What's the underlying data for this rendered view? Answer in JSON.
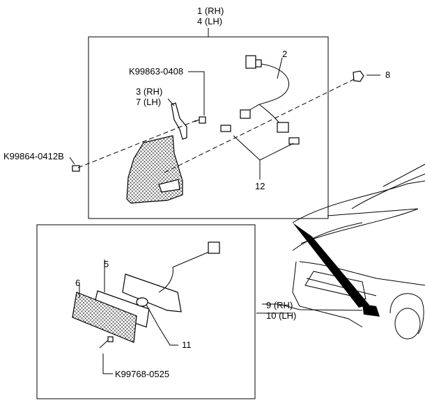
{
  "callouts": {
    "assembly_rh": "1 (RH)",
    "assembly_lh": "4 (LH)",
    "socket_harness": "2",
    "bracket_rh": "3 (RH)",
    "bracket_lh": "7 (LH)",
    "bolt_upper": "K99863-0408",
    "bolt_left": "K99864-0412B",
    "clip": "8",
    "bulbs": "12",
    "gasket": "5",
    "lens": "6",
    "side_lamp_rh": "9 (RH)",
    "side_lamp_lh": "10 (LH)",
    "side_bulb": "11",
    "screw": "K99768-0525"
  }
}
